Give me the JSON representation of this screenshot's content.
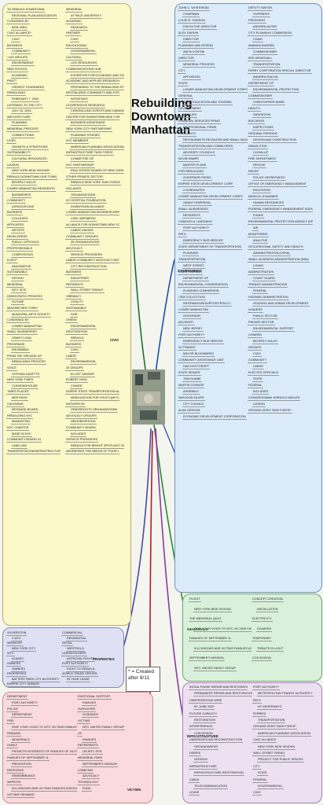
{
  "title": [
    "Rebuilding",
    "Downtown",
    "Manhattan"
  ],
  "note": "* = Created after 9/11",
  "branches": {
    "civic": "CIVIC",
    "government": "GOVERNMENT",
    "memorials": "MEMORIALS",
    "properties": "PROPERTIES",
    "infrastructure": "INFRASTRUCTURE",
    "victims": "VICTIMS"
  },
  "civic_lines": [
    "TO REBUILD DOWNTOWN",
    "REGIONAL PLAN ASSOCIATION",
    "CONVENED BY",
    "BOB YARO",
    "CIVIC ALLIANCE*",
    "CIVIC",
    "BUSINESS",
    "COMMUNITY",
    "+100 GROUPS",
    "ENVIRONMENT",
    "NEW SCHOOL",
    "ACADEMIC",
    "PRATT",
    "HIGHEST STANDARDS",
    "REBUILDING",
    "FEBRUARY 7, 2002",
    "LISTENING TO THE CITY",
    "JULY 20, 2002",
    "ARCHITECTURE",
    "PLANNING",
    "MEMORIAL PROCESS",
    "CONNECTIONS",
    "LIVES",
    "GROWTH & STRATEGIES",
    "SUSTAINABILITY",
    "CULTURAL RESOURCES",
    "LIAISON",
    "NEW YORK NEW VISIONS*",
    "REBUILD DOWNTOWN OUR TOWN",
    "BEVERLY WILLIS",
    "LOWER MANHATTAN RESIDENTS",
    "BUSINESSES",
    "COMMUNITY",
    "ASSOCIATIONS",
    "BUSINESS",
    "COLLEGES",
    "AFFILIATED",
    "ARTISTS",
    "DEVELOPERS",
    "PUBLIC OFFICIALS",
    "PROFESSIONALS",
    "COMPOSITION",
    "R.DOT*",
    "IMAGINATIVE",
    "SUSTAINABLE",
    "DESIGN",
    "MEMORIAL",
    "WTC SITE",
    "DEMOCRATIC PROCESS",
    "FUTURE",
    "IMAGINE NEW YORK*",
    "MUNICIPAL ARTS SOCIETY",
    "CONVENED BY",
    "LOWER MANHATTAN",
    "SMALL BUSINESSES",
    "GRANT LOAN",
    "PROGRAMS",
    "INFORMING",
    "FROM THE GROUND UP",
    "REBUILDING PROCESS",
    "VOICE",
    "GOTHAM GAZETTE",
    "NEW YORK TIMES",
    "CLEARINGHOUSE",
    "TIMES PLACES",
    "MEETINGS",
    "CALENDAR",
    "MESSAGE BOARD",
    "REBUILDING NYC",
    "MANHATTAN",
    "NYC CHARTER",
    "MADE IN NYC",
    "COMMUNITY BOARD #1",
    "LAND USE",
    "TRANSPORTATION/INFRASTRUCTURE",
    "MEMORIAL",
    "AT PACE UNIVERSITY",
    "ACADEMIC",
    "RESEARCH",
    "PARTNER",
    "CIVIC",
    "EDUCATIONAL",
    "GOVERNMENTAL",
    "CULTURAL",
    "LISC RESOURCES",
    "COMMUNICATIONS HUB",
    "EXPERTISE FOR ECONOMIC AND SOCIAL ISSUES",
    "ACADEMIC AND APPLIED RESEARCH",
    "PERTAINING TO THE REBUILDING EFFORT",
    "REVITALIZING COMMUNITY AND FOSTERING CIVIC COMPETENCY",
    "INITIATIVES",
    "COOPERATIVE RESEARCH",
    "CHRONICLING EVENTS AND GAINING HISTORICAL PERSPECTIVE",
    "CENTER FOR DOWNTOWN NEW YORK (CDNY)",
    "BUSINESS ASSISTANCE",
    "NEW YORK CITY PARTNERSHIP",
    "PLANNING STUDIES",
    "NYC MEMBERS",
    "AMERICAN PLANNING ASSOCIATION/NYMA",
    "INFRASTRUCTURE TASK FORCE",
    "COMMITTEE OF",
    "NYC PARTNERSHIP",
    "REAL ESTATE BOARD OF NEW YORK",
    "OTHER PRIVATE SECTOR",
    "REBUILD NEW YORK TASK FORCE",
    "INCLUDES",
    "ORGANIZATIONS",
    "NY HOSPITAL FOUNDATION",
    "DOWNTOWN ALLIANCE",
    "LOWER MANHATTAN BUSINESS IMPROVEMENT DISTRICT (BID)",
    "CARL WEISBROD",
    "ALLIANCE FOR DOWNTOWN NEW YORK INC.",
    "LABOR UNIONS",
    "COMMUNITY GROUPS",
    "35 ORGANIZATIONS",
    "ADVOCACY",
    "SERVICE PROVIDERS",
    "LABOR COMMUNITY ADVOCACY NETWORK (LCAN)",
    "CITY RECONSTRUCTION",
    "BUSINESS",
    "INDUSTRIES",
    "RESIDENTS",
    "WALL STREET RISING*",
    "VIBRANCY",
    "VITALITY",
    "SUSTAINABLE",
    "FAIR",
    "GREEN",
    "ENVIRONMENTAL",
    "RESTORATION",
    "REBUILD",
    "BUSINESS",
    "CIVIC",
    "LABOR",
    "ENVIRONMENTAL",
    "25 GROUPS",
    "ELLIOT SANDER",
    "ROBERT YARO",
    "CHAIRS",
    "EMPIRE STATE TRANSPORTATION ALLIANCE (ESTA)",
    "MOBILIZATION FOR YOUTH (MFY)",
    "INITIATED BY",
    "GRASSROOTS ORGANIZATIONS",
    "ADVOCACY GROUPS",
    "NEIGHBORHOOD",
    "COMMUNITY BOARD",
    "INCLUDES",
    "SERVICE PROVIDERS",
    "REBUILD FOR BRIGHT SPOTLIGHT ON THE POOR",
    "ADDRESSES THE NEEDS OF POOR LOWER INCOME IN THE REBUILDING PROCESS"
  ],
  "gov_lines": [
    "JOHN C. WHITEHEAD",
    "CHAIRMAN",
    "LOUIS R. TOMSON",
    "EXECUTIVE DIRECTOR",
    "ALEX GARVIN",
    "DIRECTOR",
    "PLANNING AND DESIGN",
    "ANITA CONTINI",
    "DIRECTOR",
    "MEMORIAL PROCESS",
    "CITY",
    "APPOINTED",
    "STATE",
    "LOWER MANHATTAN DEVELOPMENT CORPORATION*",
    "GENERAL",
    "ARTS, EDUCATION AND TOURISM",
    "DEVELOPMENT",
    "FAMILIES",
    "FINANCIAL SERVICES FIRMS",
    "PROFESSIONAL FIRMS",
    "RESIDENTS",
    "RESTAURANTS RETAILERS AND SMALL BUSINESS",
    "TRANSPORTATION AND COMMUTERS",
    "ADVISORY COUNCILS",
    "KEVIN RAMPE",
    "MASTER PLANS",
    "FOR REBUILDING",
    "GOVERNOR PATAKI",
    "EMPIRE STATE DEVELOPMENT CORP.",
    "COORDINATES",
    "LOWER MANHATTAN DEVELOPMENT CORPORATION",
    "GRANT DISPERSAL",
    "SMALL BUSINESSES",
    "RESIDENTS",
    "CHARLES A. GARGANO",
    "PORT AUTHORITY",
    "PATH",
    "EMERGENCY BUS SERVICE",
    "STATE DEPARTMENT OF TRANSPORTATION",
    "PLANNING",
    "TRANSPORTATION",
    "WEST STREET",
    "STATE HIGHWAY",
    "DEPARTMENT OF",
    "ENVIRONMENTAL CONSERVATION",
    "PLANNING COMMISSION",
    "CEM COLLECTION",
    "INFORMATION/SUPPORT/POLICY",
    "LOWER MANHATTAN",
    "GOVERNOR",
    "ADVISORY",
    "NEW JERSEY",
    "PORT AUTHORITY",
    "EMERGENCY BUS SERVICE",
    "NJ TRANSIT",
    "MAYOR BLOOMBERG",
    "COMMUNITY ASSISTANCE UNIT",
    "DAN DOCTOROFF",
    "STATE SENATE",
    "TOM DUANE",
    "MARTIN CONNOR",
    "ASSEMBLY",
    "SHELDON SILVER",
    "CITY COUNCIL",
    "ALAN GERSON",
    "ECONOMIC DEVELOPMENT CORPORATION",
    "DEPUTY MAYOR",
    "OVERSEES",
    "PRESIDENT",
    "ANDREW ALPER",
    "CITY PLANNING COMMISSION",
    "CHAIR",
    "AMANDA BURDEN",
    "COMMISSIONER",
    "IRIS WEINSHALL",
    "TRANSPORTATION",
    "FERRY CORPORATION SPECIAL DIRECTOR",
    "ANDREW SALKIN",
    "DEPARTMENT OF",
    "ENVIRONMENTAL PROTECTION",
    "COMMISSIONER",
    "CHRISTOPHER WARD",
    "HEALTH",
    "SANITATION",
    "BUILDINGS",
    "INSPECTIONS",
    "ORIGINAL PERIODIC",
    "DESIGN AND CONSTRUCTION",
    "DEMOLITION",
    "CLEAN-UP",
    "FIRE DEPARTMENT",
    "RESCUE",
    "RELIEF",
    "POLICE DEPARTMENT",
    "OFFICE OF EMERGENCY MANAGEMENT",
    "EDUCATION",
    "MEDICAL EXAMINER",
    "HUMAN RESOURCES",
    "FEDERAL EMERGENCY MANAGEMENT AGENCY (FEMA)",
    "FUNDS",
    "ENVIRONMENTAL PROTECTION AGENCY (EPA)",
    "AIR",
    "MONITORING",
    "ANALYSIS",
    "OCCUPATIONAL SAFETY AND HEALTH",
    "ADMINISTRATION (OSHA)",
    "SMALL BUSINESS ADMINISTRATION (SBA)",
    "LOANS",
    "ADMINISTRATION",
    "COAST GUARD",
    "TRANSIT ADMINISTRATION",
    "FEDERAL",
    "HIGHWAY ADMINISTRATION",
    "HOUSING AND URBAN DEVELOPMENT",
    "LEADERS",
    "PUBLIC SECTOR",
    "PRIVATE SECTOR",
    "ENVIRONMENTAL SUPPORT",
    "CHAIRED",
    "BEVERLY WILLIS",
    "GROUPS",
    "CIVIC",
    "COMMUNITY",
    "LABOR",
    "ELECTED OFFICIALS",
    "STATE",
    "FEDERAL",
    "INCLUDES",
    "CONGRESSMAN JERROLD NADLER",
    "LIAISON",
    "GROUND ZERO TASK FORCE*"
  ],
  "mem_lines": [
    "FLIGHT",
    "NEW YORK NEW VISIONS",
    "THE MEMORIAL QUILT",
    "GIVE YOUR VOICE TO WTC VICTIMS FAMILIES",
    "FAMILIES OF SEPTEMBER 11",
    "9/11 WIDOWS AND VICTIMS FAMILIES ASSOCIATION",
    "SEPTEMBER'S MISSION",
    "WTC UNITED FAMILY GROUP",
    "CONCEPT CREATION",
    "INSTALLATION",
    "ELECTRICITY",
    "DONATED",
    "TEMPORARY",
    "TRIBUTE IN LIGHT",
    "CON EDISON"
  ],
  "prop_lines": [
    "SILVERSTEIN",
    "1 WTC",
    "MINSKOFF",
    "NEW YORK CITY",
    "WTC",
    "LEASES",
    "OWNERS",
    "OWNERS",
    "PROPERTIES",
    "BATTERY PARK CITY AUTHORITY",
    "EMPIRE CITY SUBWAY",
    "COMMERCIAL",
    "RESIDENTIAL",
    "RETAIL",
    "WESTFIELD",
    "LEASEHOLDERS",
    "APPROVAL RIGHTS",
    "PORT AUTHORITY",
    "RIGHT TO REBUILD",
    "WORLD TRADE CENTER",
    "99 YEAR LEASE"
  ],
  "infra_lines": [
    "INITIAL PHASE REPAIR AND RESTORATION",
    "PERMANENT REPAIR AND RESTORATION",
    "UNDERGROUND WIRE",
    "BY JUNE 2002",
    "FUTURE CAPACITY",
    "RESTORATION",
    "INTERFERENCE",
    "CON EDISON",
    "UNDERGROUND RECONSTRUCTION",
    "GROUNDWATER",
    "DEBRIS",
    "VERIZON",
    "INFRASTRUCTURE",
    "INFRASTRUCTURE RESTORATION",
    "CABLE",
    "TELECOMMUNICATION",
    "LEASE",
    "PORT AUTHORITY",
    "METROPOLITAN TRANSIT AUTHORITY",
    "PATH",
    "NY WATERWAYS",
    "FERRIES",
    "TRANSPORTATION",
    "GROUND ZERO TASK FORCE*",
    "AMERICAN PLANNING ASSOCIATION",
    "CIVIC ALLIANCE",
    "NEW YORK NEW VISIONS",
    "WALL STREET RISING",
    "PROJECT FOR PUBLIC SPACES",
    "CITY",
    "STATE",
    "FEDERAL",
    "GOVERNMENTAL",
    "CIVIC"
  ],
  "vic_lines": [
    "DEPARTMENT",
    "PORT AUTHORITY",
    "POLICE",
    "DEPARTMENT",
    "FIRE",
    "GIVE YOUR VOICE TO WTC VICTIMS FAMILIES",
    "REMAINS",
    "MEMORIALS",
    "FAMILY",
    "PROMOTE INTERESTS OF FAMILIES OF VICTIMS",
    "FAMILIES OF SEPTEMBER 11",
    "PREVENTION",
    "RESPONSE",
    "REMEMBRANCE",
    "IMPROVE",
    "9/11 WIDOWS AND VICTIMS FAMILIES ASSOCIATION",
    "VICTIMS' REMAINS",
    "EMOTIONAL SUPPORT",
    "FAMILIES",
    "SURVIVORS",
    "GUIDANCE",
    "VICTIMS",
    "WTC UNITED FAMILY GROUP",
    "OF",
    "FAMILIES",
    "REPRESENTS",
    "ON WTC SITE",
    "MEMORIAL PARK",
    "SEPTEMBER'S MISSION",
    "LOBBYING",
    "ADVOCACY",
    "TECHNOLOGY",
    "FUND"
  ]
}
